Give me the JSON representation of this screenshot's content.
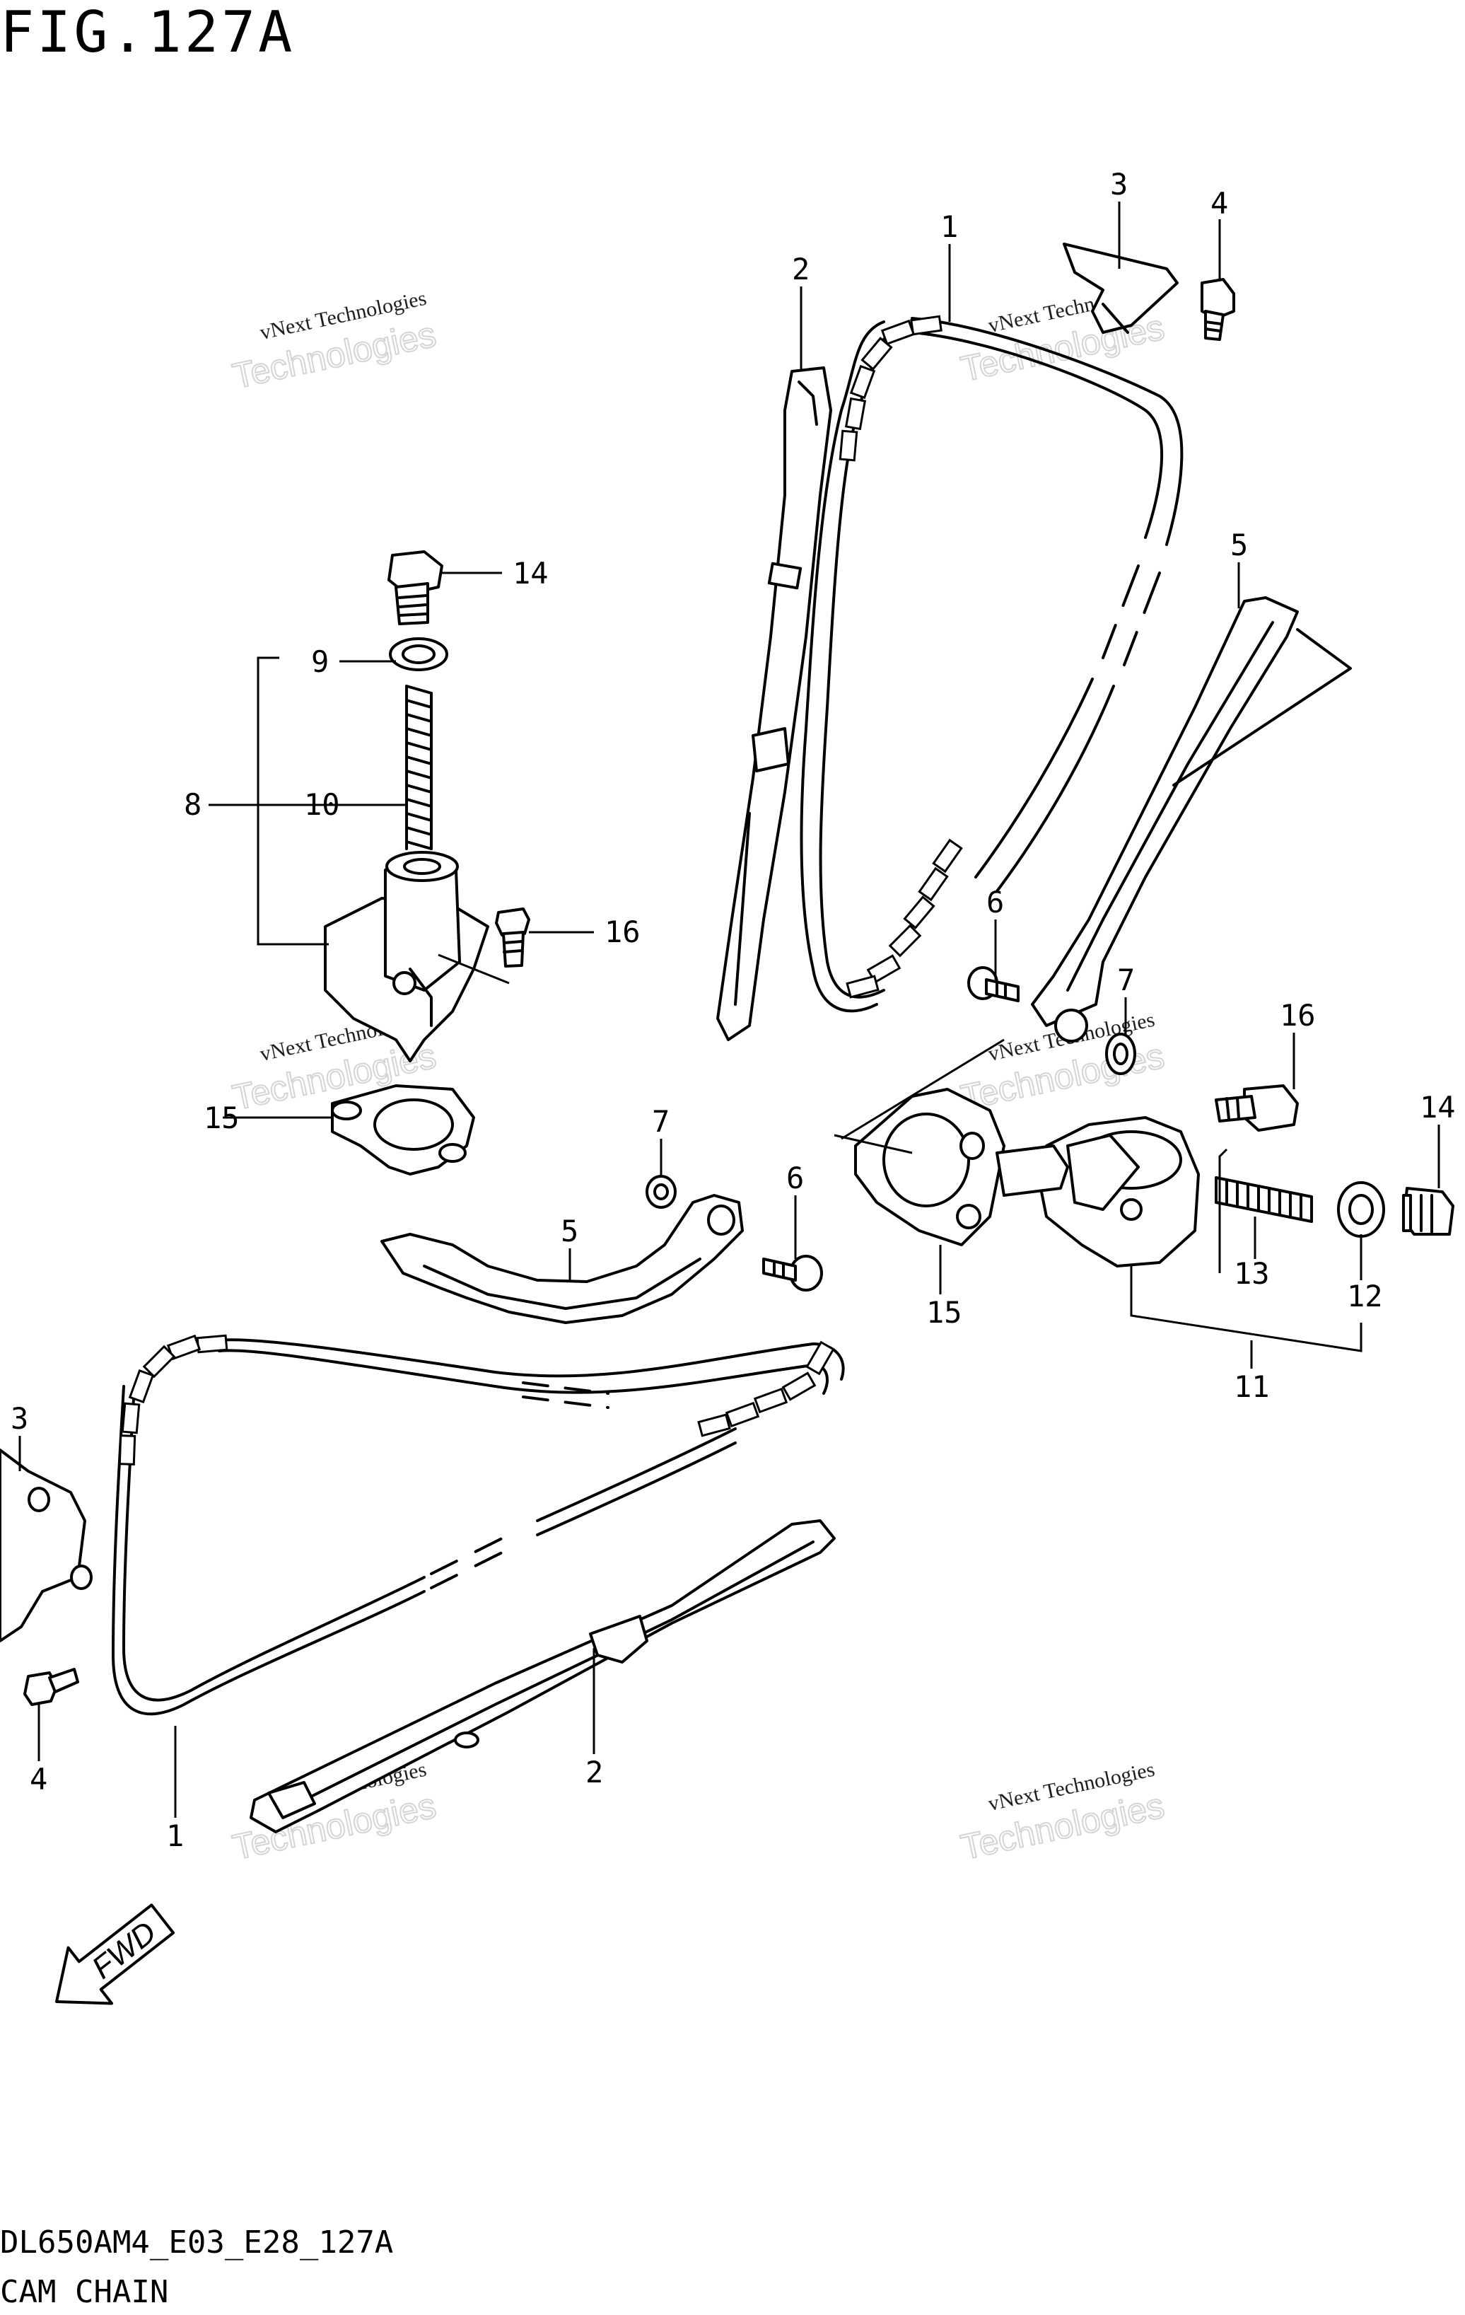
{
  "figure": {
    "title": "FIG.127A",
    "code": "DL650AM4_E03_E28_127A",
    "name": "CAM CHAIN"
  },
  "direction_badge": "FWD",
  "watermark": {
    "line1": "vNext Technologies",
    "line2": "Technologies"
  },
  "callouts": [
    "1",
    "2",
    "3",
    "4",
    "5",
    "6",
    "7",
    "8",
    "9",
    "10",
    "11",
    "12",
    "13",
    "14",
    "15",
    "16"
  ],
  "callout_instances": {
    "c1a": "1",
    "c2a": "2",
    "c3a": "3",
    "c4a": "4",
    "c5a": "5",
    "c14a": "14",
    "c9a": "9",
    "c8a": "8",
    "c10a": "10",
    "c16a": "16",
    "c6a": "6",
    "c7a": "7",
    "c15a": "15",
    "c16b": "16",
    "c14b": "14",
    "c13a": "13",
    "c12a": "12",
    "c11a": "11",
    "c7b": "7",
    "c6b": "6",
    "c5b": "5",
    "c15b": "15",
    "c3b": "3",
    "c4b": "4",
    "c1b": "1",
    "c2b": "2"
  }
}
